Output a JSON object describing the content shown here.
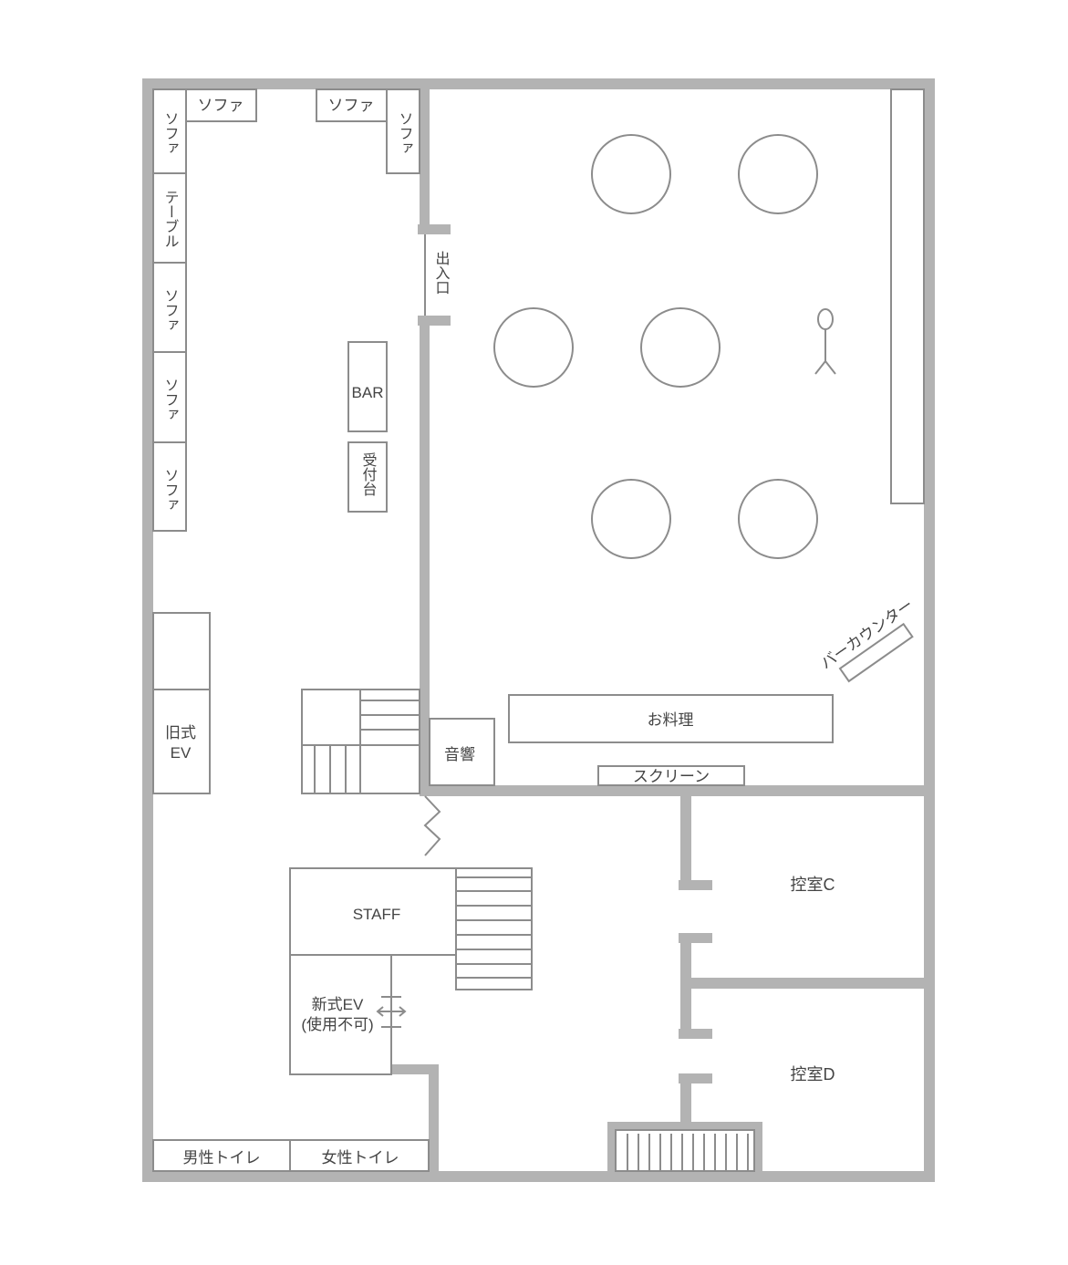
{
  "labels": {
    "sofa": "ソファ",
    "table": "テーブル",
    "bar": "BAR",
    "reception": "受付台",
    "entrance": "出入口",
    "old_ev_line1": "旧式",
    "old_ev_line2": "EV",
    "sound": "音響",
    "cuisine": "お料理",
    "screen": "スクリーン",
    "bar_counter": "バーカウンター",
    "staff": "STAFF",
    "new_ev_line1": "新式EV",
    "new_ev_line2": "(使用不可)",
    "waiting_c": "控室C",
    "waiting_d": "控室D",
    "mens_toilet": "男性トイレ",
    "womens_toilet": "女性トイレ"
  },
  "colors": {
    "wall": "#b3b3b3",
    "line": "#8c8c8c",
    "text": "#444444"
  }
}
